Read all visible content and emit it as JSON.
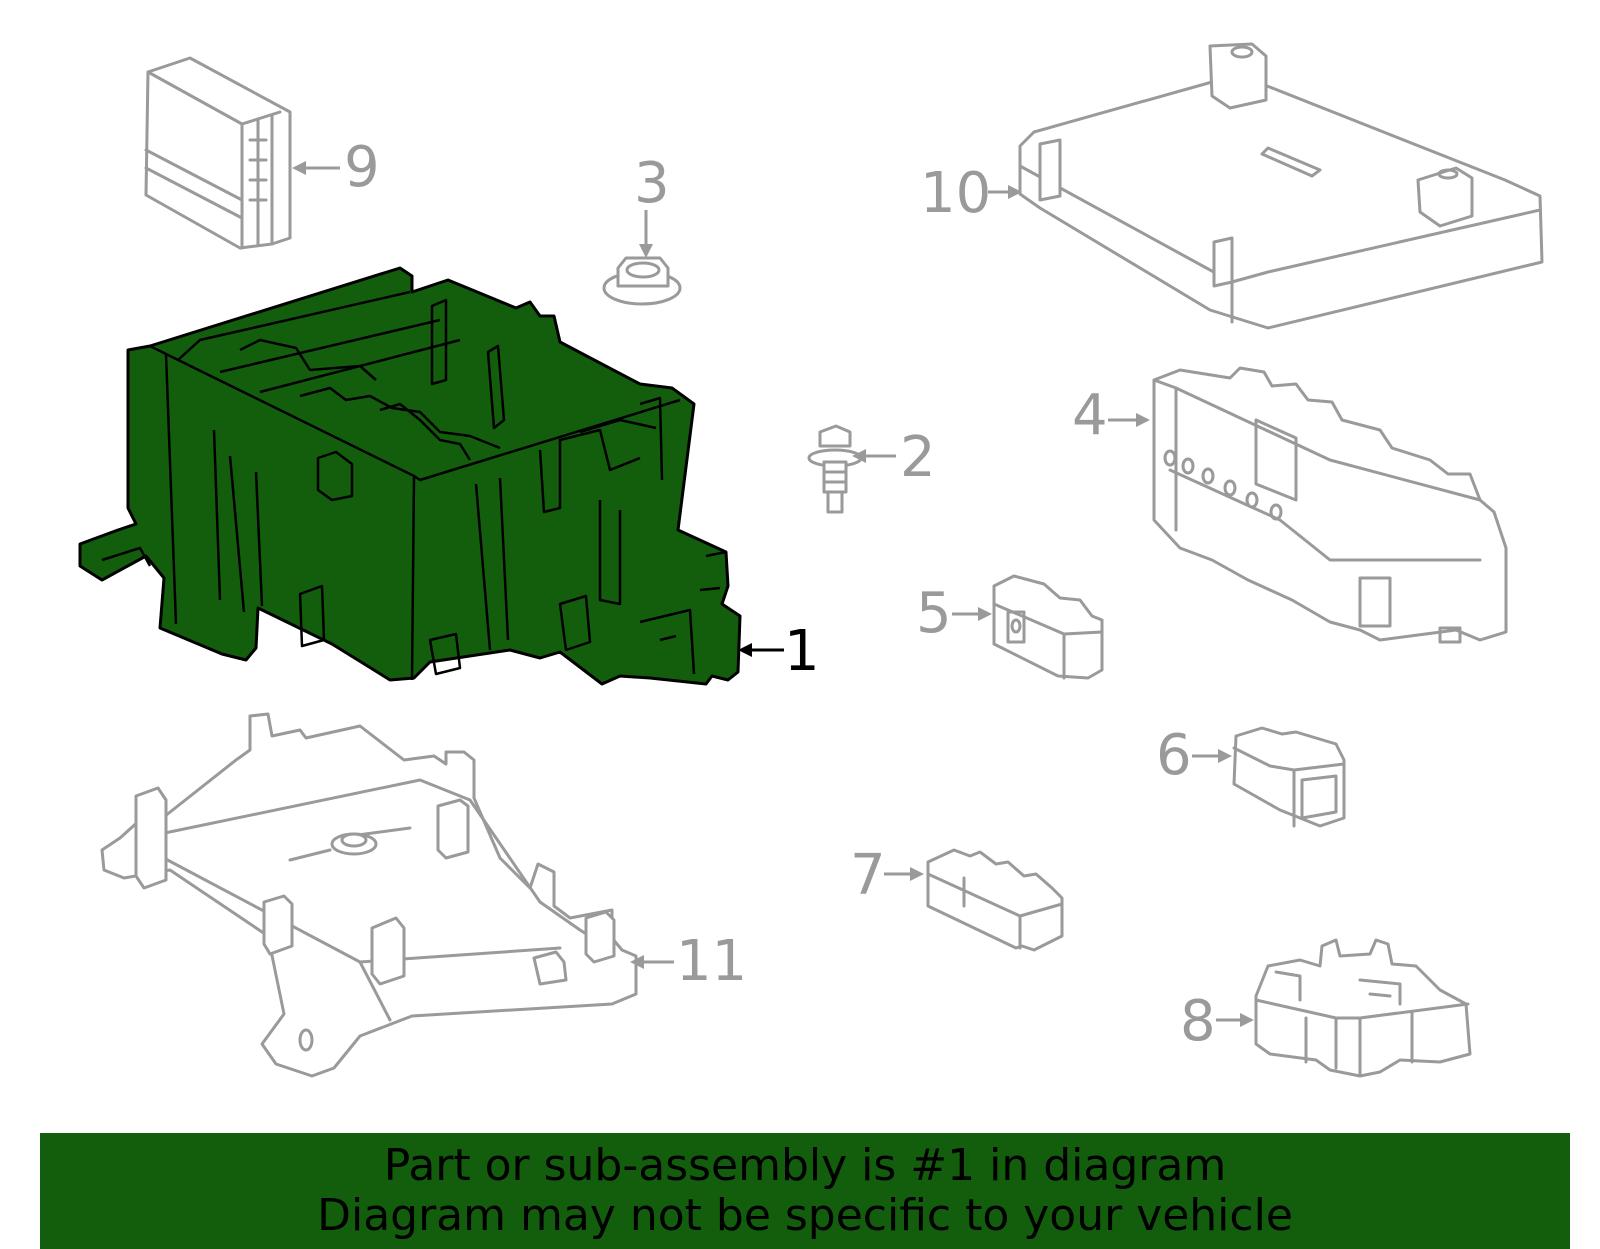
{
  "callouts": {
    "c1": "1",
    "c2": "2",
    "c3": "3",
    "c4": "4",
    "c5": "5",
    "c6": "6",
    "c7": "7",
    "c8": "8",
    "c9": "9",
    "c10": "10",
    "c11": "11"
  },
  "highlight_part": "1",
  "colors": {
    "highlight": "#135e0d",
    "outline_grey": "#9a9a9a",
    "banner_bg": "#135e0d"
  },
  "banner": {
    "line1": "Part or sub-assembly is #1 in diagram",
    "line2": "Diagram may not be specific to your vehicle"
  }
}
